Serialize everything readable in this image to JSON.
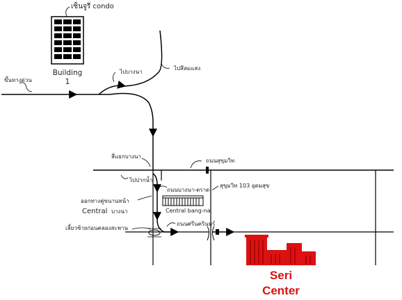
{
  "labels": {
    "condo": "เซ็นจูรี condo",
    "building_line1": "Building",
    "building_line2": "1",
    "expressway_entry": "ขึ้นทางด่วน",
    "to_bangna_1": "ไปบางนา",
    "to_silom": "ไปสีลมแสง",
    "bangna_junction": "สี่แยกบางนา",
    "sukhumvit_road": "ถนนสุขุมวิท",
    "to_paknam": "ไปปากน้ำ",
    "bangna_trat_road": "ถนนบางนา-ตราด",
    "sukhumvit_103": "สุขุมวิท 103 อุดมสุข",
    "exit_before": "ออกทางคู่ขนานหน้า",
    "central": "Central",
    "central_bangna_suffix": "บางนา",
    "central_bangna_store": "Central bang-na",
    "turn_left": "เลี้ยวซ้ายก่อนคลองสะพาน",
    "srinakarin_road": "ถนนศรีนครินทร์",
    "seri_line1": "Seri",
    "seri_line2": "Center"
  },
  "colors": {
    "road": "#000000",
    "annotation": "#222222",
    "highlight": "#dd1111",
    "building": "#ffffff"
  }
}
